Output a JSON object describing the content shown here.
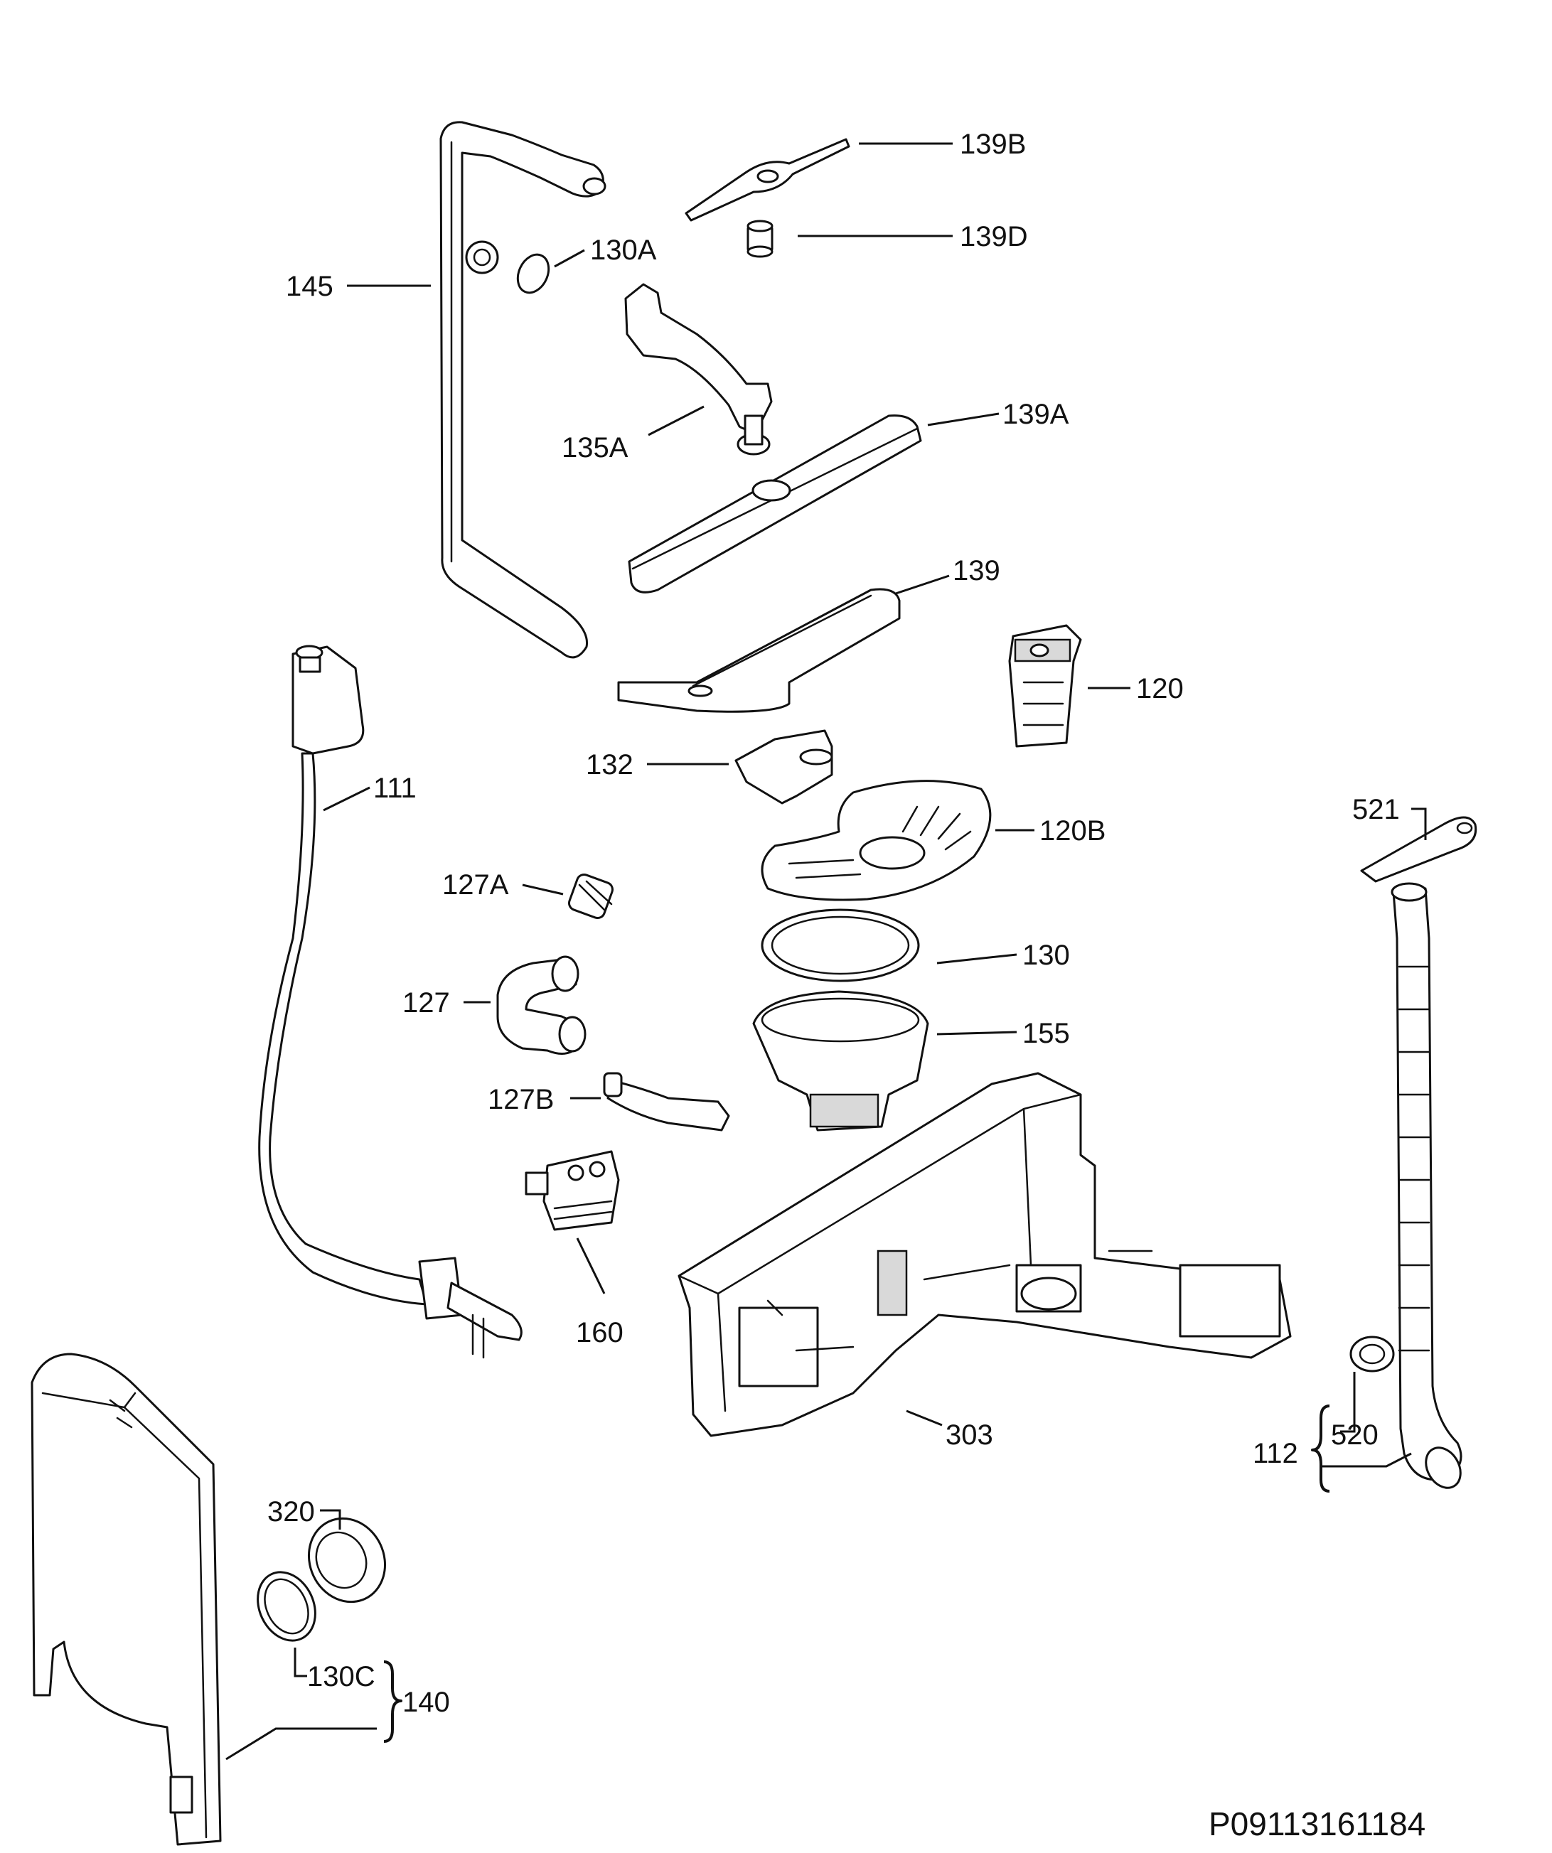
{
  "labels": {
    "l139B": "139B",
    "l139D": "139D",
    "l130A": "130A",
    "l145": "145",
    "l139A": "139A",
    "l135A": "135A",
    "l139": "139",
    "l120": "120",
    "l132": "132",
    "l111": "111",
    "l120B": "120B",
    "l521": "521",
    "l127A": "127A",
    "l130": "130",
    "l127": "127",
    "l155": "155",
    "l127B": "127B",
    "l160": "160",
    "l303": "303",
    "l112": "112",
    "l520": "520",
    "l320": "320",
    "l130C": "130C",
    "l140": "140"
  },
  "doc_id": "P09113161184",
  "colors": {
    "ink": "#111111",
    "paper": "#ffffff",
    "shade": "#d9d9d9"
  }
}
